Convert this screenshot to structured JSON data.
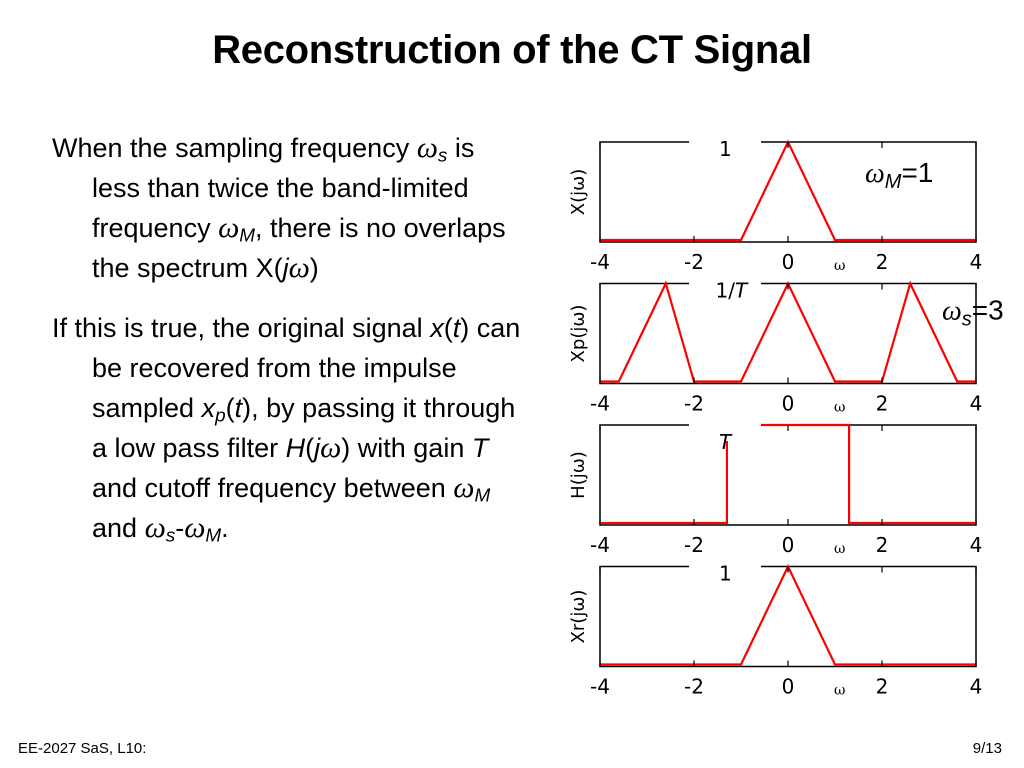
{
  "title": "Reconstruction of the CT Signal",
  "bullet1": {
    "a": "When the sampling frequency ",
    "ws_sym": "ω",
    "ws_sub": "s",
    "b": " is less than twice the band-limited frequency ",
    "wm_sym": "ω",
    "wm_sub": "M",
    "c": ", there is no overlaps the spectrum X(",
    "j": "j",
    "w": "ω",
    "d": ")"
  },
  "bullet2": {
    "a": "If this is true, the original signal ",
    "x": "x",
    "p1": "(",
    "t": "t",
    "p2": ")",
    "b": " can be recovered from the impulse sampled ",
    "xp_x": "x",
    "xp_sub": "p",
    "p3": "(",
    "t2": "t",
    "p4": ")",
    "c": ", by passing it through a low pass filter ",
    "H": "H",
    "p5": "(",
    "j": "j",
    "w": "ω",
    "p6": ")",
    "d": " with gain ",
    "T": "T",
    "e": " and cutoff frequency between ",
    "wm_sym": "ω",
    "wm_sub": "M",
    "f": " and ",
    "ws_sym": "ω",
    "ws_sub": "s",
    "dash": "-",
    "wm2_sym": "ω",
    "wm2_sub": "M",
    "g": "."
  },
  "footer": {
    "left": "EE-2027 SaS, L10:",
    "right": "9/13"
  },
  "chart_data": [
    {
      "type": "line",
      "ylabel": "X(jω)",
      "xlabel": "ω",
      "xlim": [
        -4,
        4
      ],
      "xticks": [
        "-4",
        "-2",
        "0",
        "2",
        "4"
      ],
      "peak_label": "1",
      "annotation": {
        "sym": "ω",
        "sub": "M",
        "text": "=1"
      },
      "series": [
        {
          "x": [
            -4,
            -1,
            0,
            1,
            4
          ],
          "y": [
            0,
            0,
            1,
            0,
            0
          ]
        }
      ],
      "color": "#ff0000"
    },
    {
      "type": "line",
      "ylabel": "Xp(jω)",
      "xlabel": "ω",
      "xlim": [
        -4,
        4
      ],
      "xticks": [
        "-4",
        "-2",
        "0",
        "2",
        "4"
      ],
      "peak_label": "1/",
      "peak_label_T": "T",
      "annotation": {
        "sym": "ω",
        "sub": "s",
        "text": "=3"
      },
      "series": [
        {
          "x": [
            -4,
            -3.6,
            -2.6,
            -2,
            -1,
            0,
            1,
            2,
            2.6,
            3.6,
            4
          ],
          "y": [
            0,
            0,
            1,
            0,
            0,
            1,
            0,
            0,
            1,
            0,
            0
          ]
        }
      ],
      "color": "#ff0000"
    },
    {
      "type": "line",
      "ylabel": "H(jω)",
      "xlabel": "ω",
      "xlim": [
        -4,
        4
      ],
      "xticks": [
        "-4",
        "-2",
        "0",
        "2",
        "4"
      ],
      "peak_label": "T",
      "series": [
        {
          "x": [
            -4,
            -1.3,
            -1.3,
            1.3,
            1.3,
            4
          ],
          "y": [
            0,
            0,
            1,
            1,
            0,
            0
          ]
        }
      ],
      "color": "#ff0000"
    },
    {
      "type": "line",
      "ylabel": "Xr(jω)",
      "xlabel": "ω",
      "xlim": [
        -4,
        4
      ],
      "xticks": [
        "-4",
        "-2",
        "0",
        "2",
        "4"
      ],
      "peak_label": "1",
      "series": [
        {
          "x": [
            -4,
            -1,
            0,
            1,
            4
          ],
          "y": [
            0,
            0,
            1,
            0,
            0
          ]
        }
      ],
      "color": "#ff0000"
    }
  ]
}
